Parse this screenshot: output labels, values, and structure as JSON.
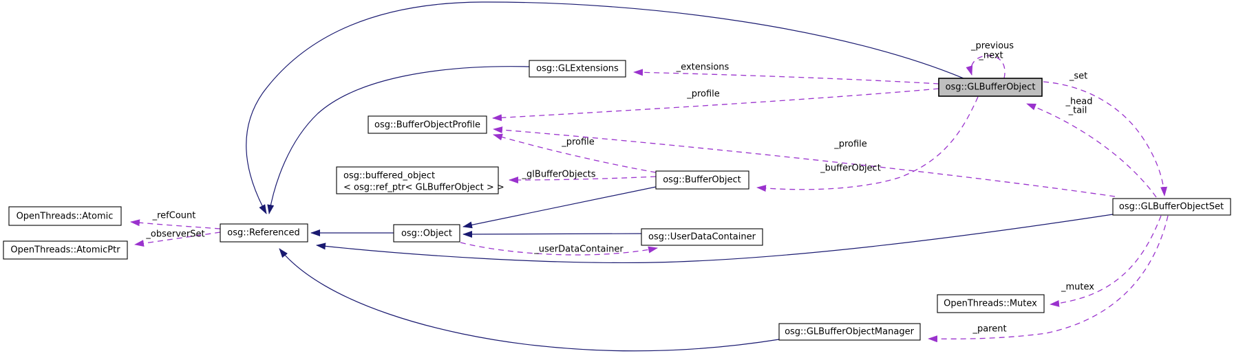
{
  "diagram": {
    "kind": "collaboration-graph",
    "highlighted_node": "osg::GLBufferObject",
    "colors": {
      "background": "#ffffff",
      "inheritance_edge": "#191970",
      "usage_edge": "#9a32cd",
      "node_fill": "#ffffff",
      "node_border": "#000000",
      "highlight_fill": "#bfbfbf",
      "text": "#000000"
    },
    "nodes": {
      "atomic": {
        "label": "OpenThreads::Atomic"
      },
      "atomicptr": {
        "label": "OpenThreads::AtomicPtr"
      },
      "referenced": {
        "label": "osg::Referenced"
      },
      "object": {
        "label": "osg::Object"
      },
      "glextensions": {
        "label": "osg::GLExtensions"
      },
      "bufferobjectprofile": {
        "label": "osg::BufferObjectProfile"
      },
      "buffered_object": {
        "label_line1": "osg::buffered_object",
        "label_line2": "< osg::ref_ptr< GLBufferObject > >"
      },
      "bufferobject": {
        "label": "osg::BufferObject"
      },
      "userdatacontainer": {
        "label": "osg::UserDataContainer"
      },
      "glbufferobject": {
        "label": "osg::GLBufferObject"
      },
      "glbufferobjectset": {
        "label": "osg::GLBufferObjectSet"
      },
      "mutex": {
        "label": "OpenThreads::Mutex"
      },
      "glbufferobjectmanager": {
        "label": "osg::GLBufferObjectManager"
      }
    },
    "edge_labels": {
      "refCount": "_refCount",
      "observerSet": "_observerSet",
      "extensions": "_extensions",
      "profile_glbufferobject": "_profile",
      "profile_bufferobject": "_profile",
      "profile_set": "_profile",
      "glBufferObjects": "_glBufferObjects",
      "bufferObject": "_bufferObject",
      "userDataContainer": "_userDataContainer",
      "previous": "_previous",
      "next": "_next",
      "set": "_set",
      "head": "_head",
      "tail": "_tail",
      "mutex": "_mutex",
      "parent": "_parent"
    },
    "edges": [
      {
        "from": "osg::Referenced",
        "to": "OpenThreads::Atomic",
        "label": "_refCount",
        "type": "usage"
      },
      {
        "from": "osg::Referenced",
        "to": "OpenThreads::AtomicPtr",
        "label": "_observerSet",
        "type": "usage"
      },
      {
        "from": "osg::Object",
        "to": "osg::Referenced",
        "label": "",
        "type": "inheritance"
      },
      {
        "from": "osg::GLExtensions",
        "to": "osg::Referenced",
        "label": "",
        "type": "inheritance"
      },
      {
        "from": "osg::GLBufferObject",
        "to": "osg::Referenced",
        "label": "",
        "type": "inheritance"
      },
      {
        "from": "osg::GLBufferObjectSet",
        "to": "osg::Referenced",
        "label": "",
        "type": "inheritance"
      },
      {
        "from": "osg::GLBufferObjectManager",
        "to": "osg::Referenced",
        "label": "",
        "type": "inheritance"
      },
      {
        "from": "osg::BufferObject",
        "to": "osg::Object",
        "label": "",
        "type": "inheritance"
      },
      {
        "from": "osg::UserDataContainer",
        "to": "osg::Object",
        "label": "",
        "type": "inheritance"
      },
      {
        "from": "osg::GLBufferObject",
        "to": "osg::GLExtensions",
        "label": "_extensions",
        "type": "usage"
      },
      {
        "from": "osg::GLBufferObject",
        "to": "osg::BufferObjectProfile",
        "label": "_profile",
        "type": "usage"
      },
      {
        "from": "osg::BufferObject",
        "to": "osg::BufferObjectProfile",
        "label": "_profile",
        "type": "usage"
      },
      {
        "from": "osg::GLBufferObjectSet",
        "to": "osg::BufferObjectProfile",
        "label": "_profile",
        "type": "usage"
      },
      {
        "from": "osg::BufferObject",
        "to": "osg::buffered_object< osg::ref_ptr< GLBufferObject > >",
        "label": "_glBufferObjects",
        "type": "usage"
      },
      {
        "from": "osg::GLBufferObject",
        "to": "osg::BufferObject",
        "label": "_bufferObject",
        "type": "usage"
      },
      {
        "from": "osg::Object",
        "to": "osg::UserDataContainer",
        "label": "_userDataContainer",
        "type": "usage"
      },
      {
        "from": "osg::GLBufferObject",
        "to": "osg::GLBufferObject",
        "label": "_previous _next",
        "type": "usage"
      },
      {
        "from": "osg::GLBufferObject",
        "to": "osg::GLBufferObjectSet",
        "label": "_set",
        "type": "usage"
      },
      {
        "from": "osg::GLBufferObjectSet",
        "to": "osg::GLBufferObject",
        "label": "_head _tail",
        "type": "usage"
      },
      {
        "from": "osg::GLBufferObjectSet",
        "to": "OpenThreads::Mutex",
        "label": "_mutex",
        "type": "usage"
      },
      {
        "from": "osg::GLBufferObjectSet",
        "to": "osg::GLBufferObjectManager",
        "label": "_parent",
        "type": "usage"
      }
    ]
  }
}
